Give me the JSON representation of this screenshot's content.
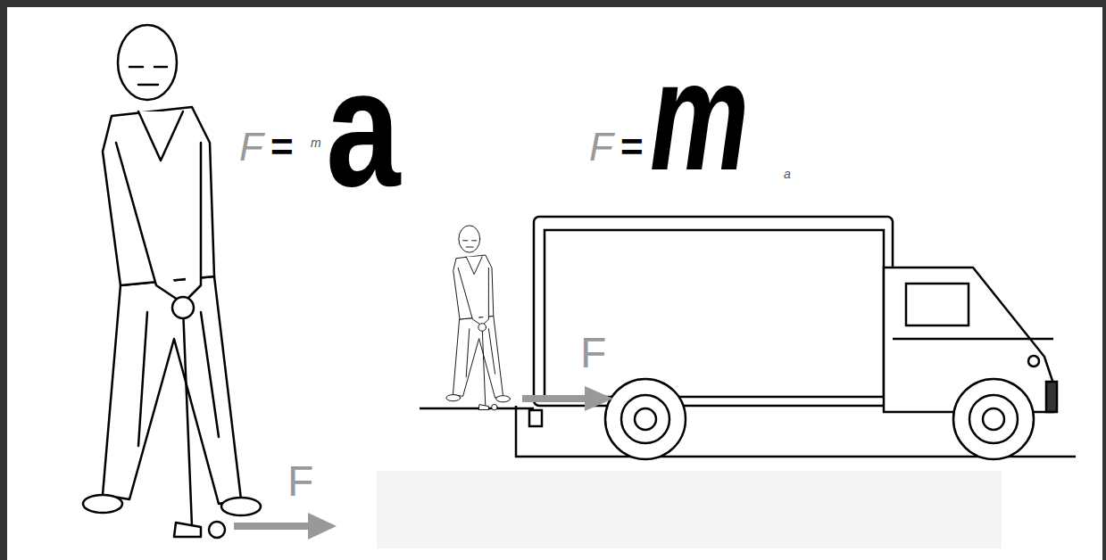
{
  "diagram": {
    "labels": [
      "F",
      "=",
      "m",
      "a",
      "F",
      "=",
      "m",
      "a",
      "F",
      "F"
    ]
  }
}
